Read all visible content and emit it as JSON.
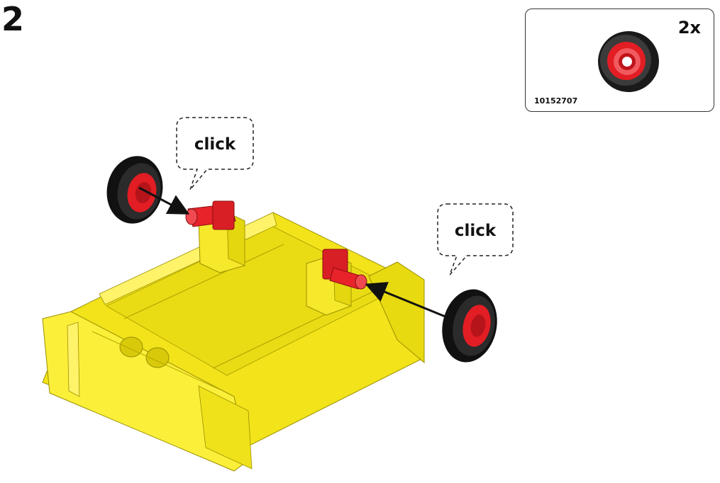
{
  "step": {
    "number": "2"
  },
  "parts": {
    "quantity": "2x",
    "part_number": "10152707"
  },
  "callouts": {
    "left": "click",
    "right": "click"
  },
  "colors": {
    "body": "#f5ea1e",
    "axle": "#e8232a",
    "tire": "#1a1a1a",
    "hub": "#e21d24"
  }
}
